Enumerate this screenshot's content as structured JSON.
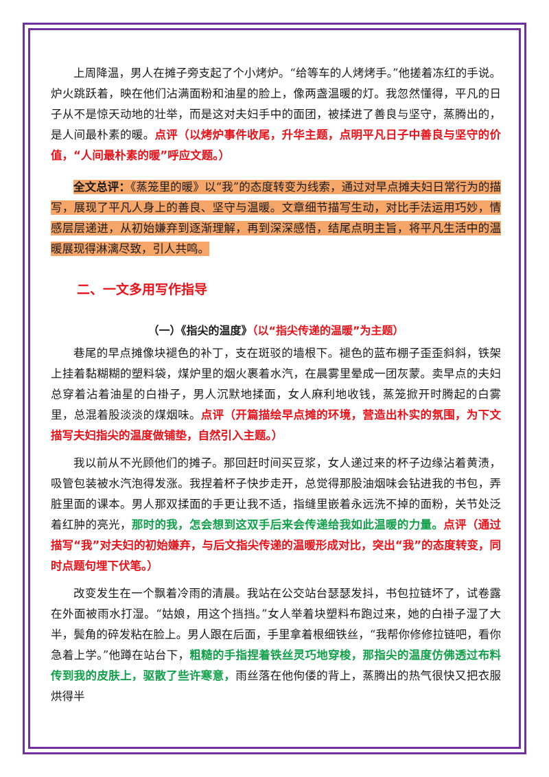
{
  "p1": {
    "text": "上周降温，男人在摊子旁支起了个小烤炉。“给等车的人烤烤手。”他搓着冻红的手说。炉火跳跃着，映在他们沾满面粉和油星的脸上，像两盏温暖的灯。我忽然懂得，平凡的日子从不是惊天动地的壮举，而是这对夫妇手中的面团，被揉进了善良与坚守，蒸腾出的，是人间最朴素的暖。",
    "comment": "点评（以烤炉事件收尾，升华主题，点明平凡日子中善良与坚守的价值，“人间最朴素的暖”呼应文题。）"
  },
  "summary": {
    "label": "全文总评：",
    "text": "《蒸笼里的暖》以“我”的态度转变为线索，通过对早点摊夫妇日常行为的描写，展现了平凡人身上的善良、坚守与温暖。文章细节描写生动，对比手法运用巧妙，情感层层递进，从初始嫌弃到逐渐理解，再到深深感悟，结尾点明主旨，将平凡生活中的温暖展现得淋漓尽致，引人共鸣。"
  },
  "section_title": "二、一文多用写作指导",
  "sub_title": {
    "main": "（一）《指尖的温度》",
    "theme": "（以“指尖传递的温暖”为主题）"
  },
  "p2": {
    "text": "巷尾的早点摊像块褪色的补丁，支在斑驳的墙根下。褪色的蓝布棚子歪歪斜斜，铁架上挂着黏糊糊的塑料袋，煤炉里的烟火裹着水汽，在晨雾里晕成一团灰蒙。卖早点的夫妇总穿着沾着油星的白褂子，男人沉默地揉面，女人麻利地收钱，蒸笼掀开时腾起的白雾里，总混着股淡淡的煤烟味。",
    "comment": "点评（开篇描绘早点摊的环境，营造出朴实的氛围，为下文描写夫妇指尖的温度做铺垫，自然引入主题。）"
  },
  "p3": {
    "text": "我以前从不光顾他们的摊子。那回赶时间买豆浆，女人递过来的杯子边缘沾着黄渍，吸管包装被水汽泡得发涨。我捏着杯子快步走开，总觉得那股油烟味会钻进我的书包，弄脏里面的课本。男人那双揉面的手更让我不适，指缝里嵌着永远洗不掉的面粉，关节处泛着红肿的亮光，",
    "highlight": "那时的我，怎会想到这双手后来会传递给我如此温暖的力量。",
    "comment": "点评（通过描写“我”对夫妇的初始嫌弃，与后文指尖传递的温暖形成对比，突出“我”的态度转变，同时点题句埋下伏笔。）"
  },
  "p4": {
    "text": "改变发生在一个飘着冷雨的清晨。我站在公交站台瑟瑟发抖，书包拉链坏了，试卷露在外面被雨水打湿。“姑娘，用这个挡挡。”女人举着块塑料布跑过来，她的白褂子湿了大半，鬓角的碎发粘在脸上。男人跟在后面，手里拿着根细铁丝，“我帮你修修拉链吧，看你急着上学。”他蹲在站台下，",
    "highlight": "粗糙的手指捏着铁丝灵巧地穿梭，那指尖的温度仿佛透过布料传到我的皮肤上，驱散了些许寒意，",
    "tail": "雨丝落在他佝偻的背上，蒸腾出的热气很快又把衣服烘得半"
  },
  "colors": {
    "frame": "#7030a0",
    "comment_red": "#e8121a",
    "highlight_green": "#12a04a",
    "summary_bg": "#f7a66a"
  }
}
